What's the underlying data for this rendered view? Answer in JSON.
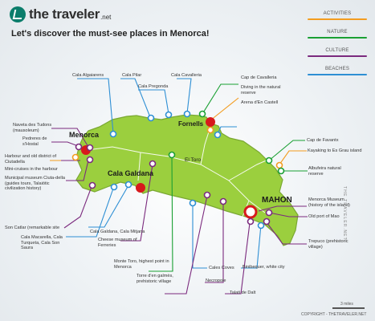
{
  "brand": {
    "name": "the traveler",
    "suffix": ".net"
  },
  "title": "Let's discover the must-see places in Menorca!",
  "legend": [
    {
      "label": "ACTIVITIES",
      "color": "#f39c1f"
    },
    {
      "label": "NATURE",
      "color": "#1aa033"
    },
    {
      "label": "CULTURE",
      "color": "#7b2a7e"
    },
    {
      "label": "BEACHES",
      "color": "#2e8fd4"
    }
  ],
  "colors": {
    "land": "#9bcf3e",
    "coast": "#6d9a2a",
    "road": "#ffffff",
    "city_dot": "#d7191c"
  },
  "cities": {
    "menorca": "Menorca",
    "fornells": "Fornells",
    "cala_galdana": "Cala Galdana",
    "el_toro": "El Toro",
    "mahon": "MAHON"
  },
  "places": {
    "cala_algaiarens": "Cala Algaiarens",
    "cala_pilar": "Cala Pilar",
    "cala_cavalleria": "Cala Cavalleria",
    "cala_pregonda": "Cala Pregonda",
    "cap_de_cavalleria": "Cap de Cavalleria",
    "diving": "Diving in the natural reserve",
    "arena_castell": "Arena d'En Castell",
    "naveta": "Naveta des Tudons (mausoleum)",
    "pedreres": "Pedreres de s'Hostal",
    "harbour_ciutadella": "Harbour and old district of Ciutadella",
    "mini_cruises": "Mini-cruises in the harbour",
    "municipal_museum": "Municipal museum Ciuta-della (guides tours, Talaiótic civilization history)",
    "son_catlar": "Son Catlar (remarkable site",
    "cala_macarella": "Cala Macarella, Cala Turqueta, Cala Son Saura",
    "cala_galdana_mitjana": "Cala Galdana, Cala Mitjana",
    "cheese_museum": "Cheese museum of Ferreries",
    "monte_toro": "Monte Toro, highest point in Menorca",
    "torre_galmes": "Torre d'en galmès, prehistoric village",
    "cales_coves": "Cales Coves",
    "necropole": "Necropole",
    "talati": "Talati de Dalt",
    "binibequer": "Binibequer, white city",
    "cap_favaritx": "Cap de Favantx",
    "kayaking": "Kayaking to Es Grau island",
    "albufeira": "Albufeira natural reserve",
    "menorca_museum": "Menorca Museum (history of the island)",
    "old_port": "Old port of Mao",
    "trepuco": "Trepuco (prehistoric village)"
  },
  "side_text": "THE TRAVELER.NET",
  "scale": "3 miles",
  "copyright": "COPYRIGHT - THETRAVELER.NET"
}
